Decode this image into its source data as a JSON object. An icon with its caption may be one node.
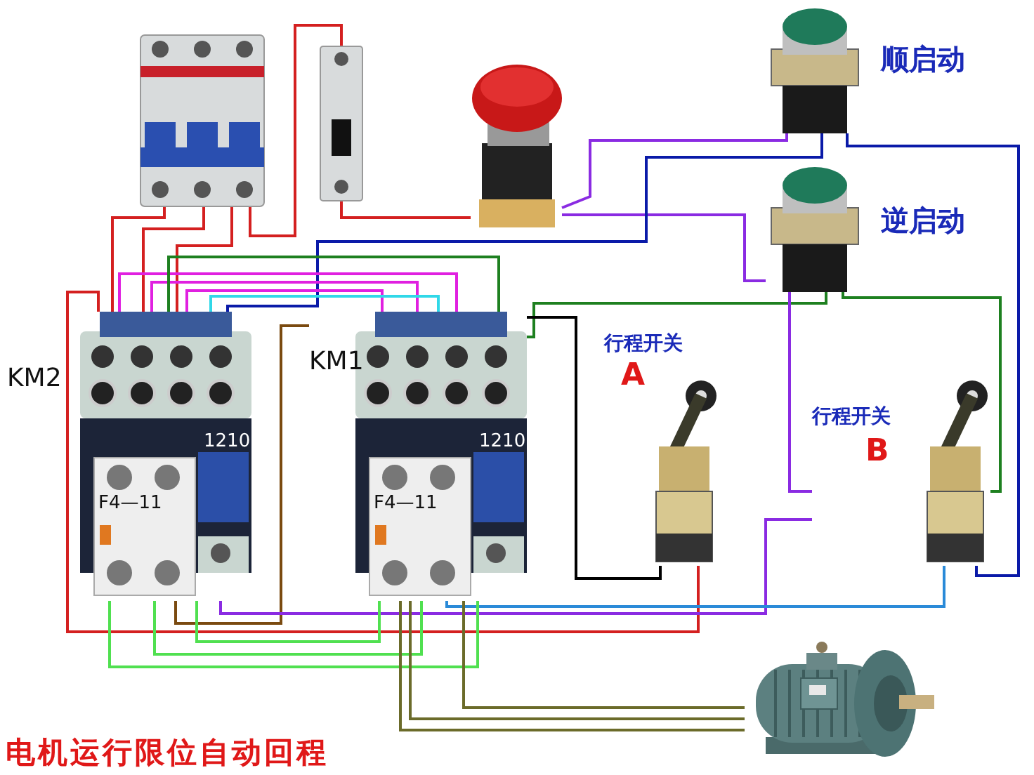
{
  "diagram": {
    "title": "电机运行限位自动回程",
    "nodes": [
      {
        "text": [],
        "shape": "picture"
      },
      {
        "text": [],
        "shape": "picture"
      },
      {
        "text": [],
        "shape": "picture"
      },
      {
        "text": [
          "顺启动"
        ]
      },
      {
        "text": [
          "逆启动"
        ]
      },
      {
        "text": [
          "KM2",
          "1210",
          "F4—11"
        ]
      },
      {
        "text": [
          "KM1",
          "1210",
          "F4—11"
        ]
      },
      {
        "text": [
          "行程开关",
          "A"
        ]
      },
      {
        "text": [
          "行程开关",
          "B"
        ]
      },
      {
        "text": [],
        "shape": "picture"
      }
    ],
    "edges": [
      {
        "from": 0,
        "to": 5,
        "arrow": "none",
        "color": "#d42020"
      },
      {
        "from": 0,
        "to": 5,
        "arrow": "none",
        "color": "#d42020"
      },
      {
        "from": 0,
        "to": 5,
        "arrow": "none",
        "color": "#d42020"
      },
      {
        "from": 0,
        "to": 1,
        "arrow": "none",
        "color": "#d42020"
      },
      {
        "from": 1,
        "to": 2,
        "arrow": "none",
        "color": "#d42020"
      },
      {
        "from": 2,
        "to": 3,
        "arrow": "none",
        "color": "#8a2be2"
      },
      {
        "from": 2,
        "to": 4,
        "arrow": "none",
        "color": "#8a2be2"
      },
      {
        "from": 3,
        "to": 5,
        "arrow": "none",
        "color": "#0a1aa8"
      },
      {
        "from": 3,
        "to": 8,
        "arrow": "none",
        "color": "#0a1aa8"
      },
      {
        "from": 4,
        "to": 8,
        "arrow": "none",
        "color": "#1e8020"
      },
      {
        "from": 4,
        "to": 6,
        "arrow": "none",
        "color": "#1e8020"
      },
      {
        "from": 4,
        "to": 8,
        "arrow": "none",
        "color": "#8a2be2"
      },
      {
        "from": 5,
        "to": 6,
        "arrow": "none",
        "color": "#e020e0"
      },
      {
        "from": 5,
        "to": 6,
        "arrow": "none",
        "color": "#e020e0"
      },
      {
        "from": 5,
        "to": 6,
        "arrow": "none",
        "color": "#e020e0"
      },
      {
        "from": 5,
        "to": 6,
        "arrow": "none",
        "color": "#30d8e8"
      },
      {
        "from": 5,
        "to": 6,
        "arrow": "none",
        "color": "#1e8020"
      },
      {
        "from": 5,
        "to": 6,
        "arrow": "none",
        "color": "#7a4a10"
      },
      {
        "from": 7,
        "to": 6,
        "arrow": "none",
        "color": "#000000"
      },
      {
        "from": 7,
        "to": 5,
        "arrow": "none",
        "color": "#d42020"
      },
      {
        "from": 8,
        "to": 5,
        "arrow": "none",
        "color": "#8a2be2"
      },
      {
        "from": 8,
        "to": 6,
        "arrow": "none",
        "color": "#2a8ad8"
      },
      {
        "from": 5,
        "to": 6,
        "arrow": "none",
        "color": "#50e050"
      },
      {
        "from": 5,
        "to": 6,
        "arrow": "none",
        "color": "#50e050"
      },
      {
        "from": 5,
        "to": 6,
        "arrow": "none",
        "color": "#50e050"
      },
      {
        "from": 6,
        "to": 9,
        "arrow": "none",
        "color": "#6b6b2a"
      },
      {
        "from": 6,
        "to": 9,
        "arrow": "none",
        "color": "#6b6b2a"
      },
      {
        "from": 6,
        "to": 9,
        "arrow": "none",
        "color": "#6b6b2a"
      }
    ]
  }
}
